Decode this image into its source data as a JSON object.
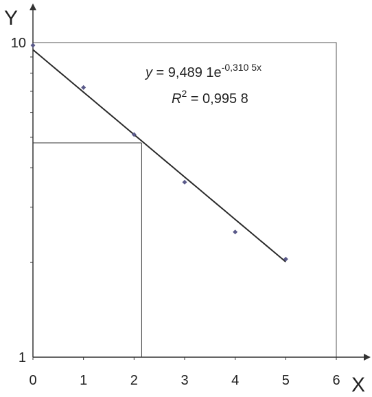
{
  "chart_data": {
    "type": "scatter",
    "xlabel": "X",
    "ylabel": "Y",
    "xlim": [
      0,
      6
    ],
    "ylim": [
      1,
      10
    ],
    "y_scale": "log",
    "x_ticks": [
      "0",
      "1",
      "2",
      "3",
      "4",
      "5",
      "6"
    ],
    "y_ticks": [
      "1",
      "10"
    ],
    "grid": false,
    "points": [
      {
        "x": 0,
        "y": 9.8
      },
      {
        "x": 1,
        "y": 7.2
      },
      {
        "x": 2,
        "y": 5.1
      },
      {
        "x": 3,
        "y": 3.6
      },
      {
        "x": 4,
        "y": 2.5
      },
      {
        "x": 5,
        "y": 2.05
      }
    ],
    "trendline": {
      "type": "exponential",
      "a": 9.4891,
      "b": -0.3105,
      "x_range": [
        0,
        5
      ],
      "r_squared": 0.9958
    },
    "equation_label": {
      "y_var": "y",
      "eq_main": " = 9,489 1e",
      "eq_exp": "-0,310 5x",
      "r_var": "R",
      "r_sup": "2",
      "r_rest": " = 0,995 8"
    },
    "reference_point": {
      "x": 2.15,
      "y": 4.8
    },
    "colors": {
      "marker": "#5a5a8a",
      "trendline": "#2a2a2a",
      "axis": "#333333",
      "frame": "#555555"
    }
  }
}
